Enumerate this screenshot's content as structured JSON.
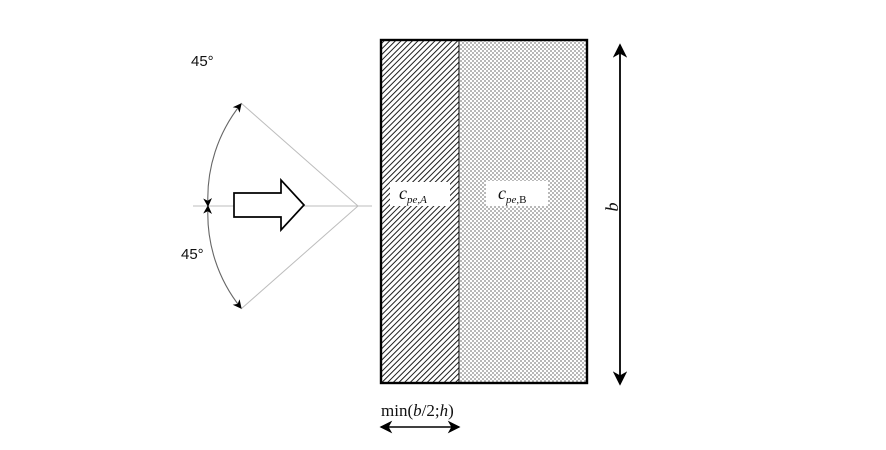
{
  "angles": {
    "upper": "45°",
    "lower": "45°"
  },
  "zones": {
    "a": {
      "symbol": "c",
      "subscript": "pe,A"
    },
    "b": {
      "symbol": "c",
      "subscript": "pe,",
      "subscript_tail": "B"
    }
  },
  "dimensions": {
    "depth": "b",
    "width_prefix": "min(",
    "width_b": "b",
    "width_mid": "/2;",
    "width_h": "h",
    "width_suffix": ")"
  },
  "colors": {
    "stroke": "#000000",
    "guide": "#bdbdbd",
    "hatch": "#111111",
    "dots": "#222222"
  },
  "icons": {
    "wind_arrow": "wind-direction-arrow-icon"
  }
}
